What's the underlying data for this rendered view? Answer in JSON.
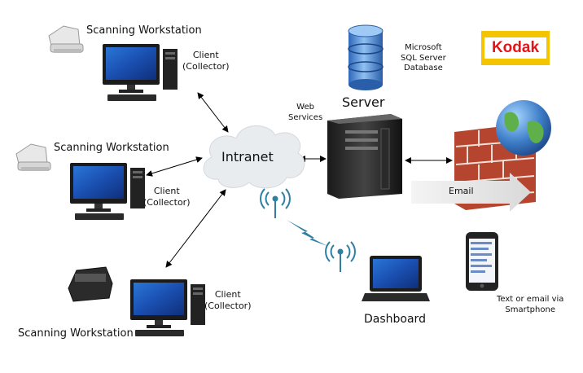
{
  "workstations": [
    {
      "title": "Scanning Workstation",
      "client_line1": "Client",
      "client_line2": "(Collector)"
    },
    {
      "title": "Scanning Workstation",
      "client_line1": "Client",
      "client_line2": "(Collector)"
    },
    {
      "title": "Scanning Workstation",
      "client_line1": "Client",
      "client_line2": "(Collector)"
    }
  ],
  "intranet": {
    "label": "Intranet"
  },
  "web_services": {
    "line1": "Web",
    "line2": "Services"
  },
  "server": {
    "label": "Server"
  },
  "database": {
    "line1": "Microsoft",
    "line2": "SQL Server",
    "line3": "Database"
  },
  "logo": {
    "text": "Kodak"
  },
  "email": {
    "label": "Email"
  },
  "dashboard": {
    "label": "Dashboard"
  },
  "smartphone": {
    "line1": "Text or email via",
    "line2": "Smartphone"
  },
  "colors": {
    "cloud": "#e9ecef",
    "brick": "#b5452f",
    "arrow": "#000000",
    "lightning": "#2f7fa3",
    "globe": "#3f7fc9"
  }
}
